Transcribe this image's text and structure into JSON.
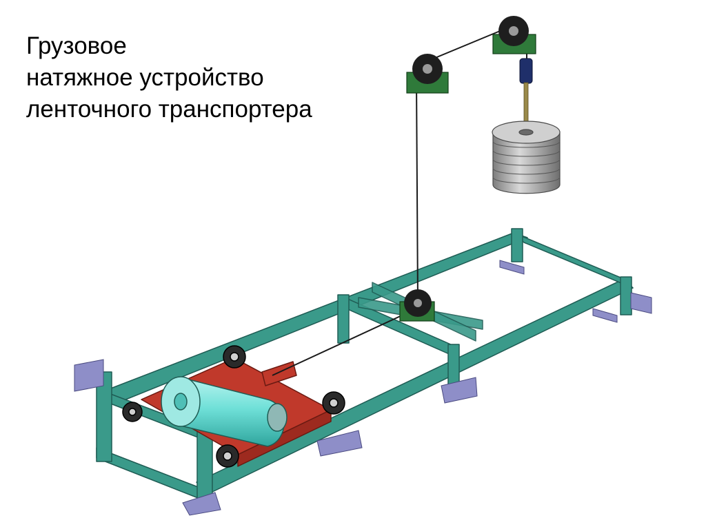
{
  "slide": {
    "title_lines": [
      "Грузовое",
      "натяжное устройство",
      "ленточного транспортера"
    ]
  },
  "colors": {
    "frame": "#3a9a8a",
    "frame_dark": "#1f5c54",
    "carriage": "#c0392b",
    "drum": "#6fe0d8",
    "pads": "#8e8ec8",
    "weight": "#a8a8a8",
    "pulley": "#1e1e1e",
    "bracket": "#2f7a3a",
    "rope": "#1a1a1a"
  }
}
